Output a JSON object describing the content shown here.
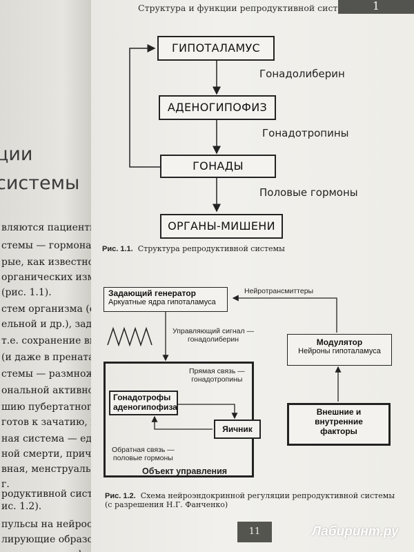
{
  "left_page": {
    "heading": [
      "ции",
      "системы"
    ],
    "lines": [
      "вляются пациентки",
      "стемы — гормональ-",
      "рые, как известно, я-",
      "органических измен-",
      "(рис. 1.1).",
      "стем организма (сер-",
      "ельной и др.), задачей",
      "т.е. сохранение вида.",
      "(и даже в пренатал-",
      "стемы — размножение",
      "ональной активности",
      "шию пубертатного пе-",
      "готов к зачатию, вы-",
      "ная система — един-",
      "ной смерти, причем",
      "вная, менструальная",
      "г.",
      "родуктивной систе-",
      "ис. 1.2).",
      "пульсы на нейросе-",
      "лирующие образова-",
      "гормонов гипофиза:"
    ]
  },
  "header": {
    "running_head": "Структура и функции репродуктивной системы",
    "chapter_number": "1"
  },
  "figure_1_1": {
    "boxes": [
      "ГИПОТАЛАМУС",
      "АДЕНОГИПОФИЗ",
      "ГОНАДЫ",
      "ОРГАНЫ-МИШЕНИ"
    ],
    "labels": [
      "Гонадолиберин",
      "Гонадотропины",
      "Половые гормоны"
    ],
    "caption_num": "Рис. 1.1.",
    "caption_text": "Структура репродуктивной системы"
  },
  "figure_1_2": {
    "generator_title": "Задающий генератор",
    "generator_sub": "Аркуатные ядра гипоталамуса",
    "neurotransmitters": "Нейротрансмиттеры",
    "control_signal": [
      "Управляющий сигнал —",
      "гонадолиберин"
    ],
    "modulator_title": "Модулятор",
    "modulator_sub": "Нейроны гипоталамуса",
    "direct_link": [
      "Прямая связь —",
      "гонадотропины"
    ],
    "gonadotrophs": [
      "Гонадотрофы",
      "аденогипофиза"
    ],
    "ovary": "Яичник",
    "feedback": [
      "Обратная связь —",
      "половые гормоны"
    ],
    "control_object": "Объект управления",
    "factors": [
      "Внешние и",
      "внутренние",
      "факторы"
    ],
    "caption_num": "Рис. 1.2.",
    "caption_text": [
      "Схема нейроэндокринной регуляции репродуктивной системы",
      "(с разрешения Н.Г. Фанченко)"
    ]
  },
  "footer": {
    "page_number": "11",
    "watermark": "Лабиринт.ру"
  }
}
